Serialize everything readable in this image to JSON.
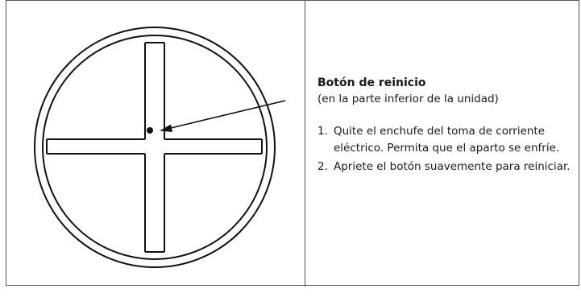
{
  "reset_info": {
    "title": "Botón de reinicio",
    "subtitle": "(en la parte inferior de la unidad)",
    "steps": [
      {
        "number": "1.",
        "text": "Quite el enchufe del toma de corriente eléctrico. Permita que el aparto se enfríe."
      },
      {
        "number": "2.",
        "text": "Apriete el botón suavemente para reiniciar."
      }
    ]
  },
  "colors": {
    "line": "#111111",
    "border": "#555555"
  },
  "icons": {
    "reset_button": "filled-dot",
    "pointer": "arrow"
  }
}
